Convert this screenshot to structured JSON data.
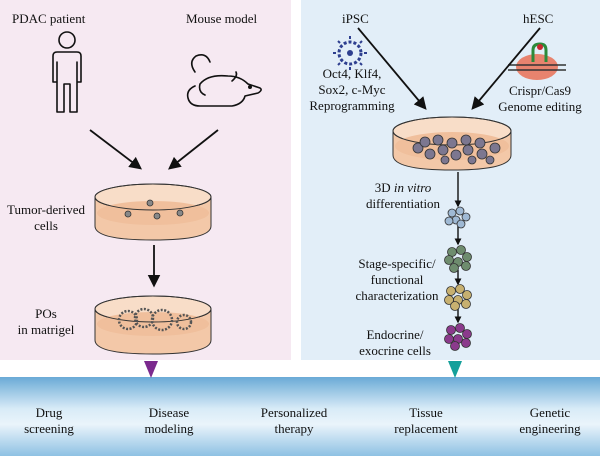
{
  "left": {
    "source1": "PDAC patient",
    "source2": "Mouse model",
    "tumor_line1": "Tumor-derived",
    "tumor_line2": "cells",
    "po_line1": "POs",
    "po_line2": "in matrigel"
  },
  "right": {
    "ipsc": "iPSC",
    "hesc": "hESC",
    "factors_line1": "Oct4, Klf4,",
    "factors_line2": "Sox2, c-Myc",
    "factors_line3": "Reprogramming",
    "crispr_line1": "Crispr/Cas9",
    "crispr_line2": "Genome editing",
    "diff_line1": "3D",
    "diff_line1_italic": "in vitro",
    "diff_line2": "differentiation",
    "stage_line1": "Stage-specific/",
    "stage_line2": "functional",
    "stage_line3": "characterization",
    "endo_line1": "Endocrine/",
    "endo_line2": "exocrine cells"
  },
  "applications": [
    {
      "line1": "Drug",
      "line2": "screening"
    },
    {
      "line1": "Disease",
      "line2": "modeling"
    },
    {
      "line1": "Personalized",
      "line2": "therapy"
    },
    {
      "line1": "Tissue",
      "line2": "replacement"
    },
    {
      "line1": "Genetic",
      "line2": "engineering"
    }
  ],
  "colors": {
    "left_panel": "#f6e9f2",
    "right_panel": "#e2eef8",
    "left_marker": "#7b2a8e",
    "right_marker": "#14a09a",
    "dish_medium": "#f3c8a8",
    "virus": "#2e3f8f",
    "cas9": "#e8836e"
  },
  "icons": [
    "person-icon",
    "mouse-icon",
    "virus-icon",
    "crispr-cas9-icon",
    "petri-dish-icon",
    "organoid-icon"
  ]
}
